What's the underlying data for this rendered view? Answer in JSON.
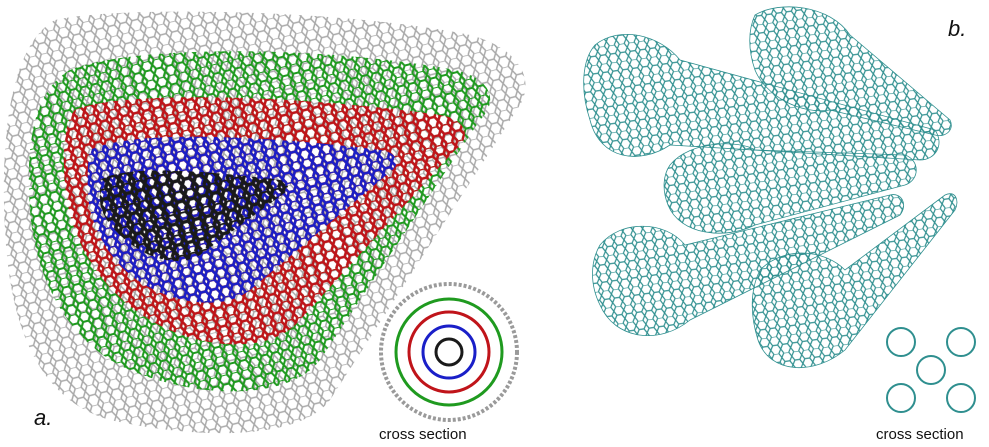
{
  "panel_a": {
    "label": "a.",
    "caption": "cross section",
    "description_colors": {
      "outer": "#b3b3b3",
      "second": "#1f9a1f",
      "third": "#c0141a",
      "fourth": "#1a1fc8",
      "inner": "#1a1a1a"
    }
  },
  "panel_b": {
    "label": "b.",
    "caption": "cross section",
    "tube_color": "#2f8f8f"
  }
}
